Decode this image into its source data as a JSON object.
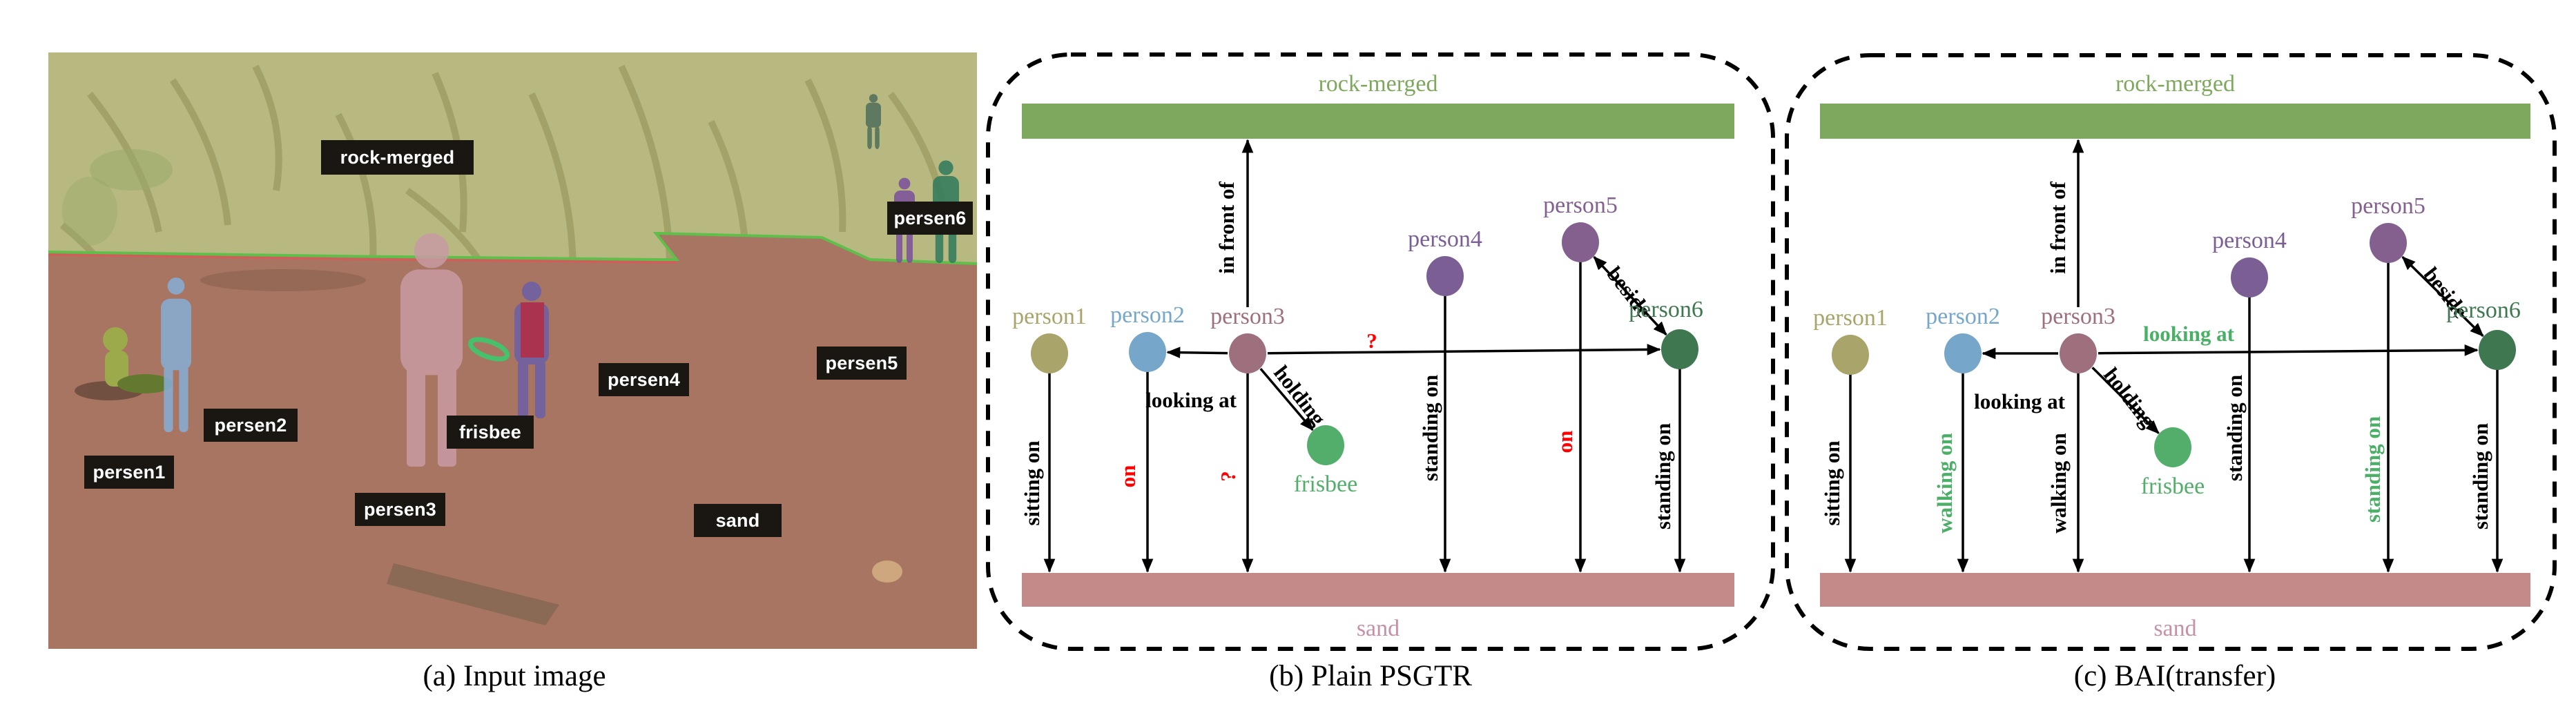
{
  "figure": {
    "panels": [
      {
        "id": "a",
        "caption": "(a) Input image",
        "photo_tags": [
          {
            "key": "rock-merged",
            "text": "rock-merged"
          },
          {
            "key": "persen6",
            "text": "persen6"
          },
          {
            "key": "persen4",
            "text": "persen4"
          },
          {
            "key": "persen5",
            "text": "persen5"
          },
          {
            "key": "persen2",
            "text": "persen2"
          },
          {
            "key": "frisbee",
            "text": "frisbee"
          },
          {
            "key": "persen1",
            "text": "persen1"
          },
          {
            "key": "persen3",
            "text": "persen3"
          },
          {
            "key": "sand",
            "text": "sand"
          }
        ],
        "mask_colors": {
          "rock": "#b7b981",
          "sand": "#a87563",
          "person1": "#9bb04a",
          "person2": "#86aed6",
          "person3": "#c89aa2",
          "person4": "#6b5fa6",
          "person5": "#7c4f9a",
          "person6": "#2f7a5c",
          "frisbee": "#47c06b"
        }
      },
      {
        "id": "b",
        "caption": "(b) Plain PSGTR",
        "top_bar": {
          "label": "rock-merged",
          "color": "#7ea85d"
        },
        "bottom_bar": {
          "label": "sand",
          "color": "#c48a8a",
          "label_color": "#c591a8"
        },
        "nodes": [
          {
            "key": "person1",
            "label": "person1",
            "color": "#a9a46a"
          },
          {
            "key": "person2",
            "label": "person2",
            "color": "#76a7cb"
          },
          {
            "key": "person3",
            "label": "person3",
            "color": "#9e6f7c"
          },
          {
            "key": "frisbee",
            "label": "frisbee",
            "color": "#52ae6a"
          },
          {
            "key": "person4",
            "label": "person4",
            "color": "#7b5f94"
          },
          {
            "key": "person5",
            "label": "person5",
            "color": "#84608f"
          },
          {
            "key": "person6",
            "label": "person6",
            "color": "#3f7750"
          }
        ],
        "edges": [
          {
            "key": "p3-rock",
            "from": "person3",
            "to": "rock-merged",
            "label": "in front of",
            "label_color": "#000000"
          },
          {
            "key": "p3-p2",
            "from": "person3",
            "to": "person2",
            "label": "looking at",
            "label_color": "#000000"
          },
          {
            "key": "p3-frisbee",
            "from": "person3",
            "to": "frisbee",
            "label": "holding",
            "label_color": "#000000"
          },
          {
            "key": "p3-p6",
            "from": "person3",
            "to": "person6",
            "label": "?",
            "label_color": "#ff0000"
          },
          {
            "key": "p5-p6",
            "from": "person5",
            "to": "person6",
            "label": "beside",
            "label_color": "#000000",
            "bidirectional": true
          },
          {
            "key": "p1-sand",
            "from": "person1",
            "to": "sand",
            "label": "sitting on",
            "label_color": "#000000"
          },
          {
            "key": "p2-sand",
            "from": "person2",
            "to": "sand",
            "label": "on",
            "label_color": "#ff0000"
          },
          {
            "key": "p3-sand",
            "from": "person3",
            "to": "sand",
            "label": "?",
            "label_color": "#ff0000"
          },
          {
            "key": "p4-sand",
            "from": "person4",
            "to": "sand",
            "label": "standing on",
            "label_color": "#000000"
          },
          {
            "key": "p5-sand",
            "from": "person5",
            "to": "sand",
            "label": "on",
            "label_color": "#ff0000"
          },
          {
            "key": "p6-sand",
            "from": "person6",
            "to": "sand",
            "label": "standing on",
            "label_color": "#000000"
          }
        ]
      },
      {
        "id": "c",
        "caption": "(c) BAI(transfer)",
        "top_bar": {
          "label": "rock-merged",
          "color": "#7ea85d"
        },
        "bottom_bar": {
          "label": "sand",
          "color": "#c48a8a",
          "label_color": "#c591a8"
        },
        "nodes": [
          {
            "key": "person1",
            "label": "person1",
            "color": "#a9a46a"
          },
          {
            "key": "person2",
            "label": "person2",
            "color": "#76a7cb"
          },
          {
            "key": "person3",
            "label": "person3",
            "color": "#9e6f7c"
          },
          {
            "key": "frisbee",
            "label": "frisbee",
            "color": "#52ae6a"
          },
          {
            "key": "person4",
            "label": "person4",
            "color": "#7b5f94"
          },
          {
            "key": "person5",
            "label": "person5",
            "color": "#84608f"
          },
          {
            "key": "person6",
            "label": "person6",
            "color": "#3f7750"
          }
        ],
        "edges": [
          {
            "key": "p3-rock",
            "from": "person3",
            "to": "rock-merged",
            "label": "in front of",
            "label_color": "#000000"
          },
          {
            "key": "p3-p2",
            "from": "person3",
            "to": "person2",
            "label": "looking at",
            "label_color": "#000000"
          },
          {
            "key": "p3-frisbee",
            "from": "person3",
            "to": "frisbee",
            "label": "holding",
            "label_color": "#000000"
          },
          {
            "key": "p3-p6",
            "from": "person3",
            "to": "person6",
            "label": "looking at",
            "label_color": "#4caf68"
          },
          {
            "key": "p5-p6",
            "from": "person5",
            "to": "person6",
            "label": "beside",
            "label_color": "#000000",
            "bidirectional": true
          },
          {
            "key": "p1-sand",
            "from": "person1",
            "to": "sand",
            "label": "sitting on",
            "label_color": "#000000"
          },
          {
            "key": "p2-sand",
            "from": "person2",
            "to": "sand",
            "label": "walking on",
            "label_color": "#4caf68"
          },
          {
            "key": "p3-sand",
            "from": "person3",
            "to": "sand",
            "label": "walking on",
            "label_color": "#000000"
          },
          {
            "key": "p4-sand",
            "from": "person4",
            "to": "sand",
            "label": "standing on",
            "label_color": "#000000"
          },
          {
            "key": "p5-sand",
            "from": "person5",
            "to": "sand",
            "label": "standing on",
            "label_color": "#4caf68"
          },
          {
            "key": "p6-sand",
            "from": "person6",
            "to": "sand",
            "label": "standing on",
            "label_color": "#000000"
          }
        ]
      }
    ]
  }
}
